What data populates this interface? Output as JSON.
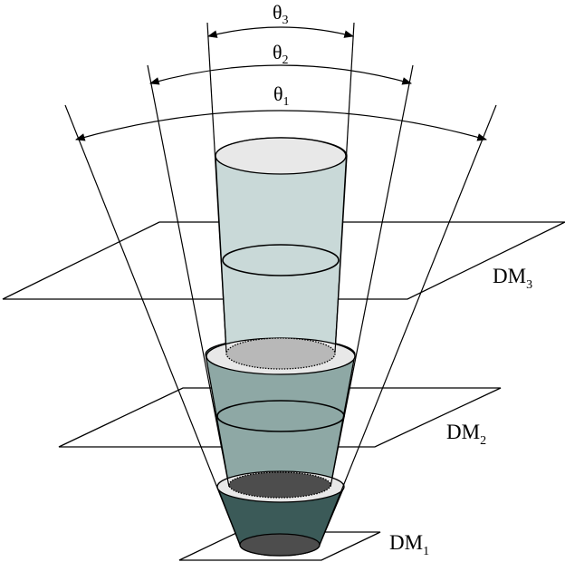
{
  "angles": [
    {
      "symbol": "θ",
      "sub": "3"
    },
    {
      "symbol": "θ",
      "sub": "2"
    },
    {
      "symbol": "θ",
      "sub": "1"
    }
  ],
  "planes": [
    {
      "name": "DM",
      "sub": "3"
    },
    {
      "name": "DM",
      "sub": "2"
    },
    {
      "name": "DM",
      "sub": "1"
    }
  ],
  "colors": {
    "cone_top_fill": "#c9d9d8",
    "cone_mid_fill": "#8ea8a5",
    "cone_bottom_fill": "#3b5a58",
    "ellipse_light": "#e8e8e8",
    "ellipse_dark": "#4d4d4d",
    "ellipse_mid": "#b8b8b8",
    "stroke": "#000000"
  }
}
